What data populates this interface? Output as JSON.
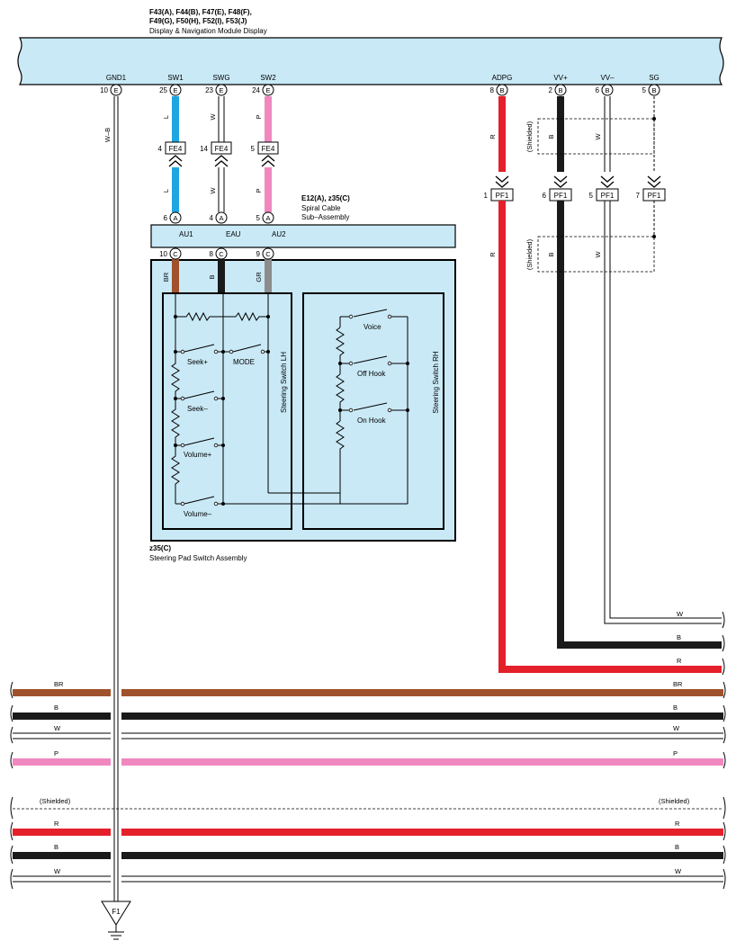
{
  "header": {
    "connector_line1": "F43(A), F44(B), F47(E), F48(F),",
    "connector_line2": "F49(G), F50(H), F52(I), F53(J)",
    "module_name": "Display & Navigation Module Display"
  },
  "module_pins": [
    {
      "name": "GND1",
      "num": "10",
      "conn": "E"
    },
    {
      "name": "SW1",
      "num": "25",
      "conn": "E"
    },
    {
      "name": "SWG",
      "num": "23",
      "conn": "E"
    },
    {
      "name": "SW2",
      "num": "24",
      "conn": "E"
    },
    {
      "name": "ADPG",
      "num": "8",
      "conn": "B"
    },
    {
      "name": "VV+",
      "num": "2",
      "conn": "B"
    },
    {
      "name": "VV–",
      "num": "6",
      "conn": "B"
    },
    {
      "name": "SG",
      "num": "5",
      "conn": "B"
    }
  ],
  "wire_labels": {
    "gnd": "W–B",
    "sw1": "L",
    "swg": "W",
    "sw2": "P",
    "adpg": "R",
    "vvp": "B",
    "vvm": "W",
    "sw1_lower": "L",
    "swg_lower": "W",
    "sw2_lower": "P",
    "au1": "BR",
    "eau": "B",
    "au2": "GR"
  },
  "fe4": [
    {
      "num": "4",
      "label": "FE4"
    },
    {
      "num": "14",
      "label": "FE4"
    },
    {
      "num": "5",
      "label": "FE4"
    }
  ],
  "pf1": [
    {
      "num": "1",
      "label": "PF1"
    },
    {
      "num": "6",
      "label": "PF1"
    },
    {
      "num": "5",
      "label": "PF1"
    },
    {
      "num": "7",
      "label": "PF1"
    }
  ],
  "shielded_label": "(Shielded)",
  "shield_upper": {
    "b": "B",
    "w": "W"
  },
  "shield_lower": {
    "r": "R",
    "b": "B",
    "w": "W"
  },
  "spiral": {
    "title": "E12(A), z35(C)",
    "name1": "Spiral Cable",
    "name2": "Sub–Assembly",
    "top_pins": [
      {
        "num": "6",
        "conn": "A"
      },
      {
        "num": "4",
        "conn": "A"
      },
      {
        "num": "5",
        "conn": "A"
      }
    ],
    "bottom_pins": [
      {
        "num": "10",
        "conn": "C"
      },
      {
        "num": "8",
        "conn": "C"
      },
      {
        "num": "9",
        "conn": "C"
      }
    ],
    "terminals": [
      "AU1",
      "EAU",
      "AU2"
    ]
  },
  "steering_pad": {
    "title": "z35(C)",
    "name": "Steering Pad Switch Assembly",
    "lh_label": "Steering Switch LH",
    "rh_label": "Steering Switch RH",
    "lh_switches": [
      "Seek+",
      "MODE",
      "Seek–",
      "Volume+",
      "Volume–"
    ],
    "rh_switches": [
      "Voice",
      "Off Hook",
      "On Hook"
    ]
  },
  "bus_right": {
    "w": "W",
    "b": "B",
    "r": "R"
  },
  "bus": [
    {
      "left": "BR",
      "right": "BR"
    },
    {
      "left": "B",
      "right": "B"
    },
    {
      "left": "W",
      "right": "W"
    },
    {
      "left": "P",
      "right": "P"
    }
  ],
  "bus2_shielded_left": "(Shielded)",
  "bus2_shielded_right": "(Shielded)",
  "bus2": [
    {
      "left": "R",
      "right": "R"
    },
    {
      "left": "B",
      "right": "B"
    },
    {
      "left": "W",
      "right": "W"
    }
  ],
  "ground_label": "F1",
  "colors": {
    "blue_wire": "#1ea6e0",
    "pink_wire": "#f088bf",
    "red_wire": "#e4202a",
    "brown_wire": "#a0522d",
    "gray_wire": "#8c8c8c",
    "black_wire": "#1a1a1a",
    "box_fill": "#c9e9f6"
  }
}
